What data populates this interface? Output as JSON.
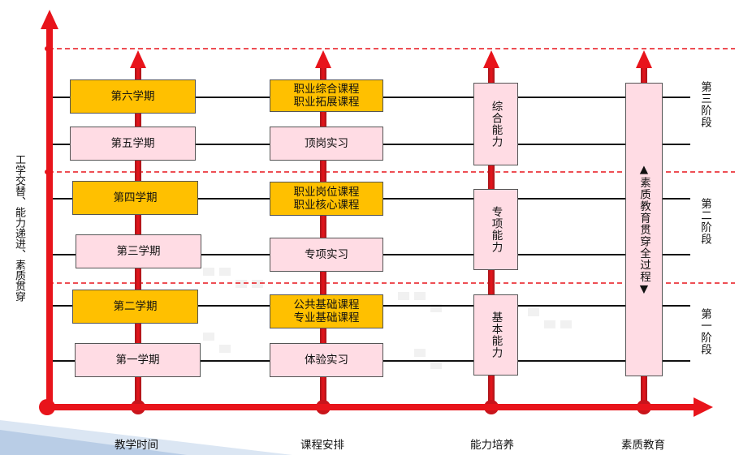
{
  "y_axis_label": "工学交替、能力递进、素质贯穿",
  "x_categories": [
    "教学时间",
    "课程安排",
    "能力培养",
    "素质教育"
  ],
  "semesters": [
    "第六学期",
    "第五学期",
    "第四学期",
    "第三学期",
    "第二学期",
    "第一学期"
  ],
  "courses": [
    "职业综合课程\n职业拓展课程",
    "顶岗实习",
    "职业岗位课程\n职业核心课程",
    "专项实习",
    "公共基础课程\n专业基础课程",
    "体验实习"
  ],
  "abilities": [
    "综合能力",
    "专项能力",
    "基本能力"
  ],
  "quality": "▲素质教育贯穿全过程▼",
  "stages": [
    "第三阶段",
    "第二阶段",
    "第一阶段"
  ],
  "colors": {
    "axis": "#e8141b",
    "orange": "#ffc000",
    "pink": "#ffdce4"
  }
}
